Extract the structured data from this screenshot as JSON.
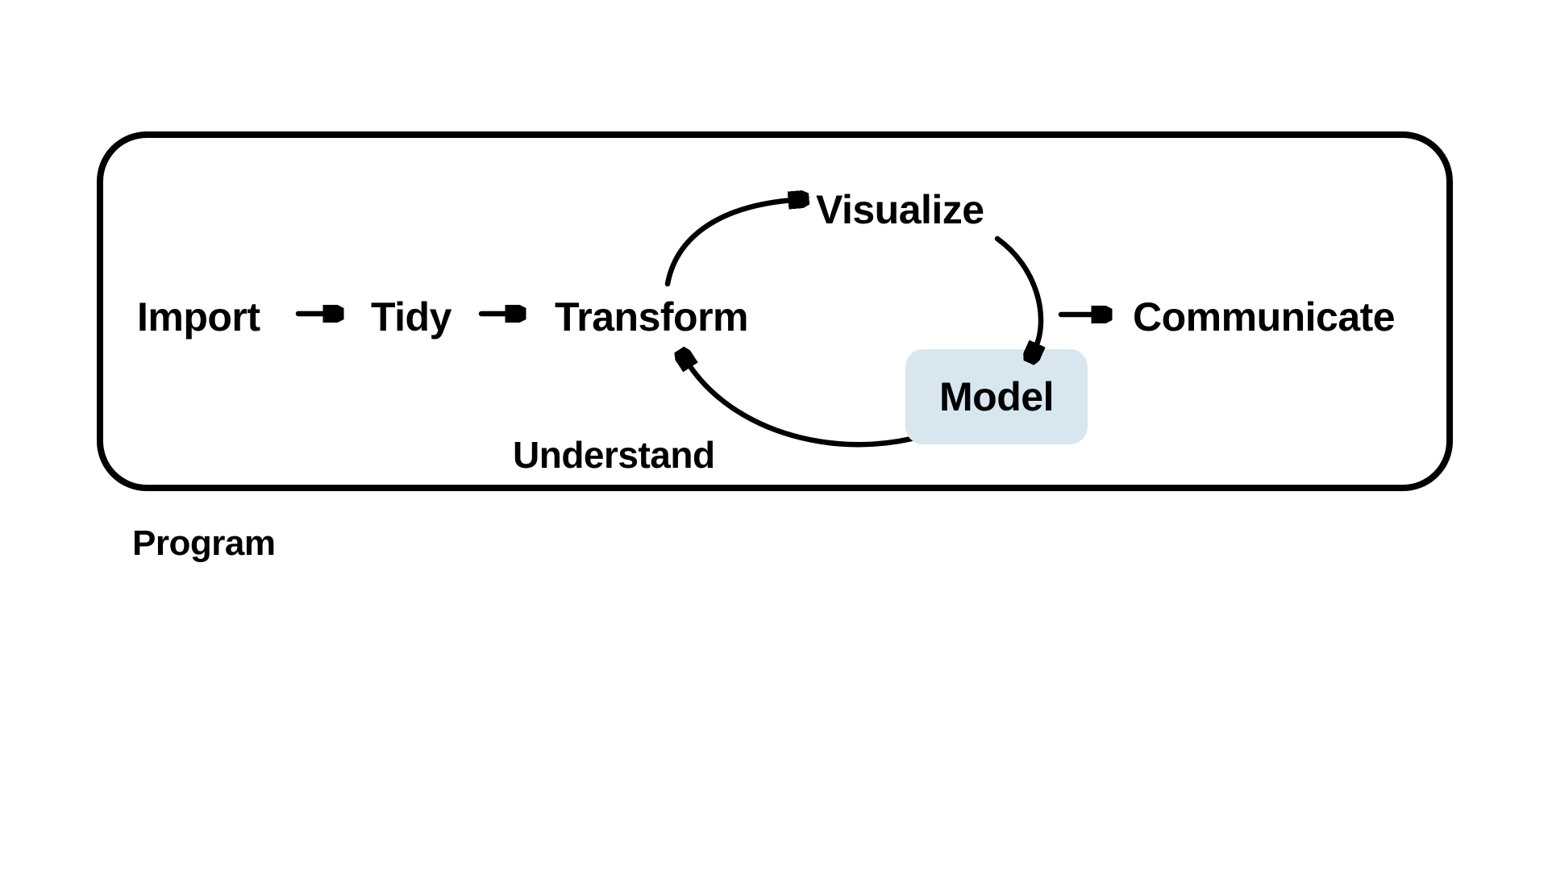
{
  "diagram": {
    "nodes": {
      "import": "Import",
      "tidy": "Tidy",
      "transform": "Transform",
      "visualize": "Visualize",
      "model": "Model",
      "communicate": "Communicate"
    },
    "phases": {
      "understand": "Understand",
      "program": "Program"
    },
    "edges": [
      {
        "from": "Import",
        "to": "Tidy"
      },
      {
        "from": "Tidy",
        "to": "Transform"
      },
      {
        "from": "Transform",
        "to": "Visualize"
      },
      {
        "from": "Visualize",
        "to": "Model"
      },
      {
        "from": "Model",
        "to": "Transform"
      },
      {
        "from": "Model",
        "to": "Communicate"
      }
    ],
    "colors": {
      "model_box_fill": "#d8e6f0",
      "line": "#000000",
      "text": "#000000",
      "background": "#ffffff"
    }
  }
}
